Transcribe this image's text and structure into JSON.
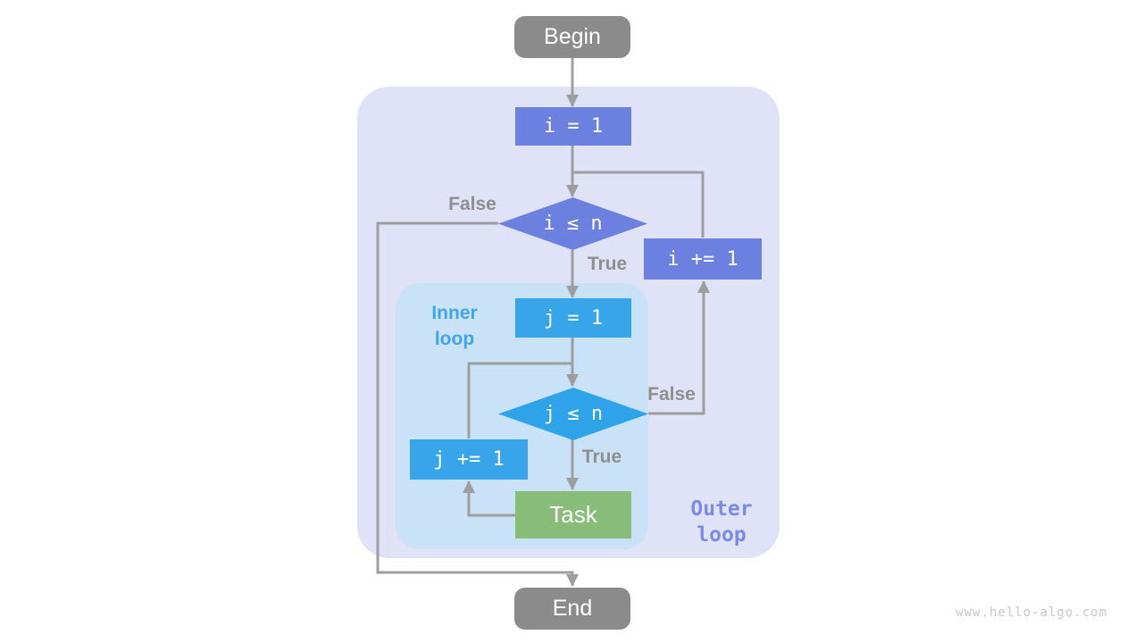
{
  "diagram": {
    "nodes": {
      "begin": "Begin",
      "i_init": "i = 1",
      "i_cond": "i ≤ n",
      "i_incr": "i += 1",
      "j_init": "j = 1",
      "j_cond": "j ≤ n",
      "j_incr": "j += 1",
      "task": "Task",
      "end": "End"
    },
    "edge_labels": {
      "outer_false": "False",
      "outer_true": "True",
      "inner_false": "False",
      "inner_true": "True"
    },
    "region_labels": {
      "inner": {
        "line1": "Inner",
        "line2": "loop"
      },
      "outer": {
        "line1": "Outer",
        "line2": "loop"
      }
    },
    "watermark": "www.hello-algo.com",
    "colors": {
      "terminal_node": "#8b8b8b",
      "outer_loop_node": "#6b80df",
      "inner_loop_node": "#38a4e9",
      "task_node": "#87bd79",
      "outer_region": "#e0e3f7",
      "inner_region": "#c9e2f8",
      "arrow": "#9e9e9e",
      "edge_label_text": "#8f8f8f",
      "inner_label_text": "#3fa4e8",
      "outer_label_text": "#7b8be3",
      "watermark_text": "#c8c8c8"
    }
  }
}
